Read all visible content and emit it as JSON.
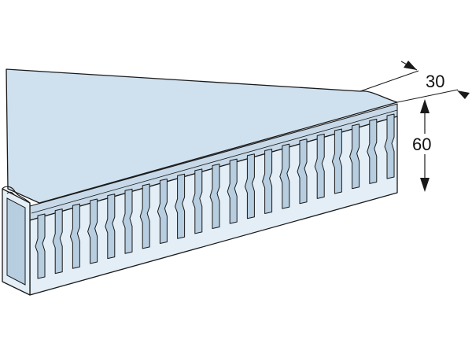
{
  "colors": {
    "background": "#ffffff",
    "top_face": "#cfe1ef",
    "front_face": "#e3eef7",
    "front_shadow": "#c7d9e8",
    "inner": "#b7cde0",
    "outline": "#1a1a1a"
  },
  "dimensions": {
    "width": {
      "value": "30"
    },
    "height": {
      "value": "60"
    }
  },
  "slots": {
    "count": 21
  }
}
